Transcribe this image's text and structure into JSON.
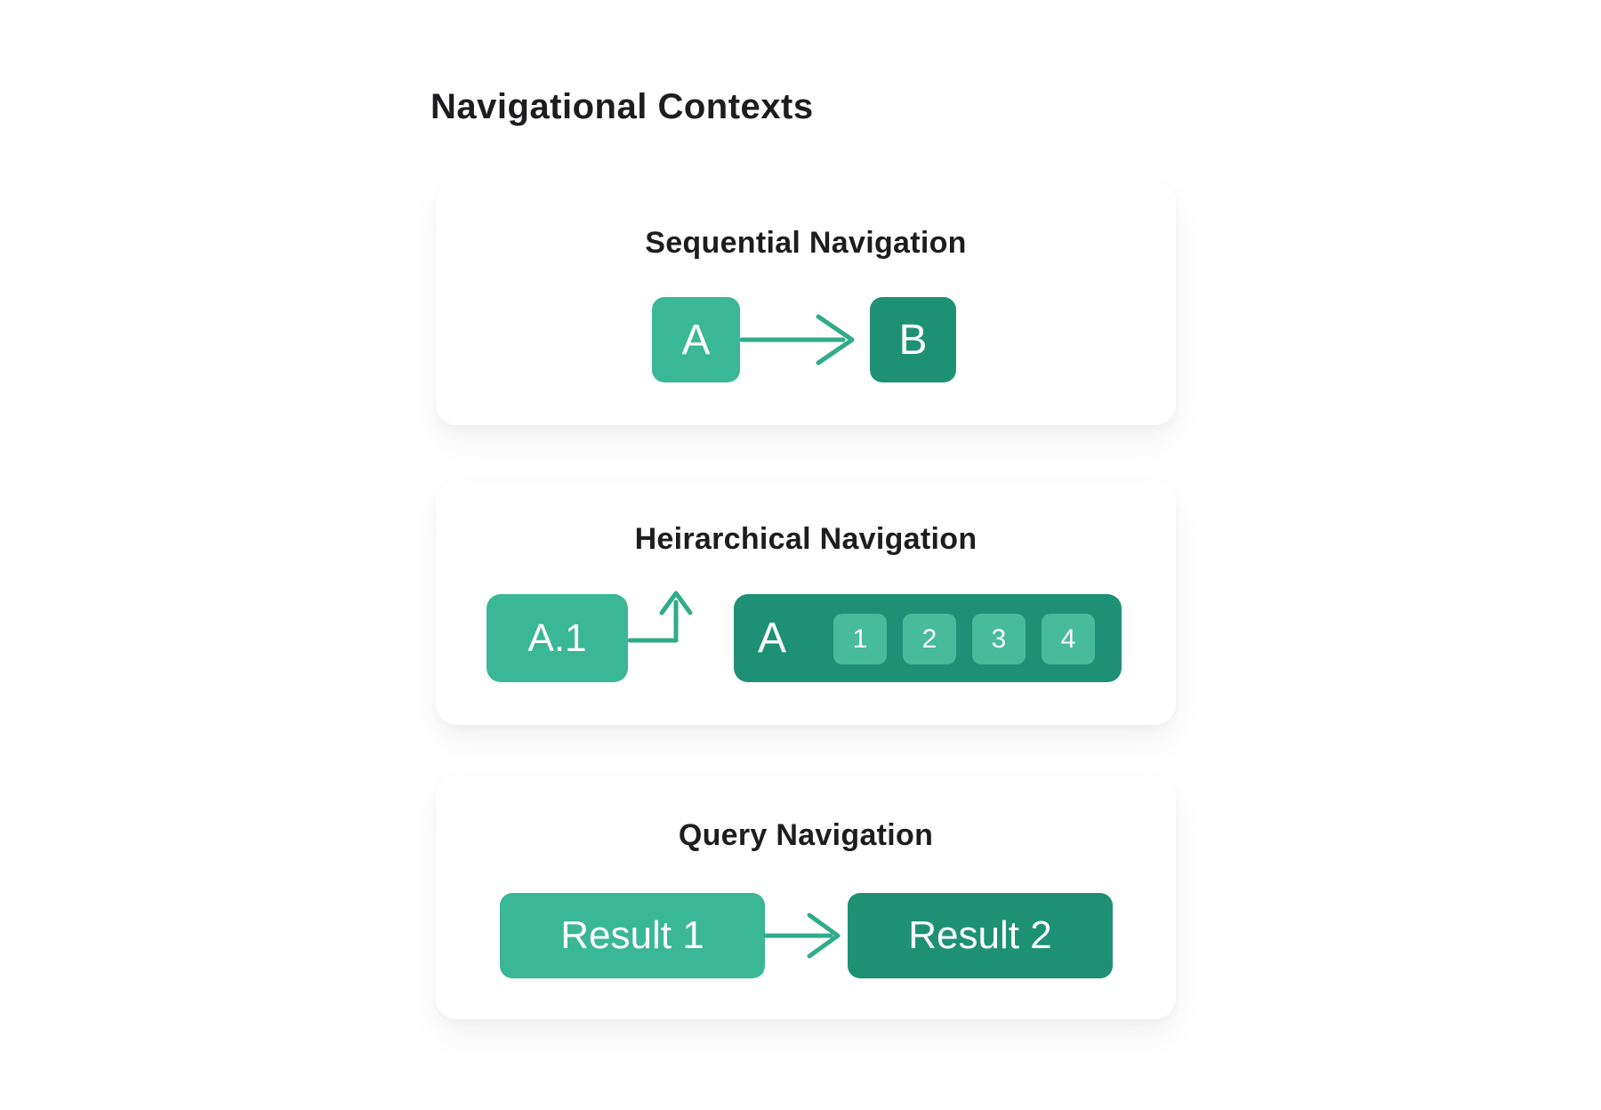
{
  "page": {
    "title": "Navigational Contexts"
  },
  "colors": {
    "light_green": "#3ab795",
    "dark_green": "#1e9174",
    "subbox_green": "#47bb9a",
    "arrow_green": "#31ab89",
    "heading_text": "#1d1d1f",
    "card_bg": "#ffffff"
  },
  "cards": {
    "sequential": {
      "heading": "Sequential Navigation",
      "from": "A",
      "to": "B"
    },
    "hierarchical": {
      "heading": "Heirarchical Navigation",
      "child": "A.1",
      "parent": "A",
      "children": [
        "1",
        "2",
        "3",
        "4"
      ]
    },
    "query": {
      "heading": "Query Navigation",
      "from": "Result 1",
      "to": "Result 2"
    }
  }
}
